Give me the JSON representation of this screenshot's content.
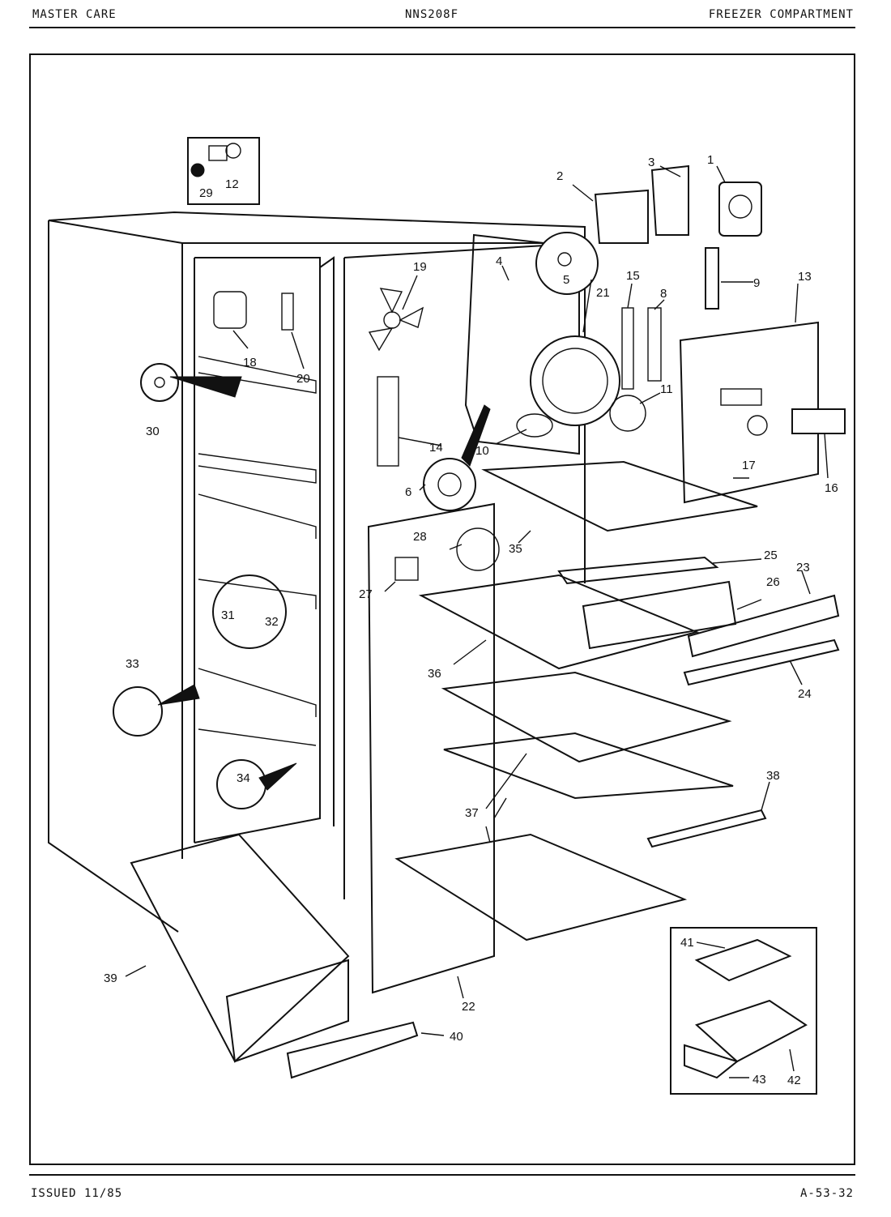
{
  "header": {
    "left": "MASTER CARE",
    "center": "NNS208F",
    "right": "FREEZER COMPARTMENT"
  },
  "footer": {
    "left": "ISSUED 11/85",
    "right": "A-53-32"
  },
  "callouts": {
    "c1": "1",
    "c2": "2",
    "c3": "3",
    "c4": "4",
    "c5": "5",
    "c6": "6",
    "c8": "8",
    "c9": "9",
    "c10": "10",
    "c11": "11",
    "c12": "12",
    "c13": "13",
    "c14": "14",
    "c15": "15",
    "c16": "16",
    "c17": "17",
    "c18": "18",
    "c19": "19",
    "c20": "20",
    "c21": "21",
    "c22": "22",
    "c23": "23",
    "c24": "24",
    "c25": "25",
    "c26": "26",
    "c27": "27",
    "c28": "28",
    "c29": "29",
    "c30": "30",
    "c31": "31",
    "c32": "32",
    "c33": "33",
    "c34": "34",
    "c35": "35",
    "c36": "36",
    "c37": "37",
    "c38": "38",
    "c39": "39",
    "c40": "40",
    "c41": "41",
    "c42": "42",
    "c43": "43"
  }
}
